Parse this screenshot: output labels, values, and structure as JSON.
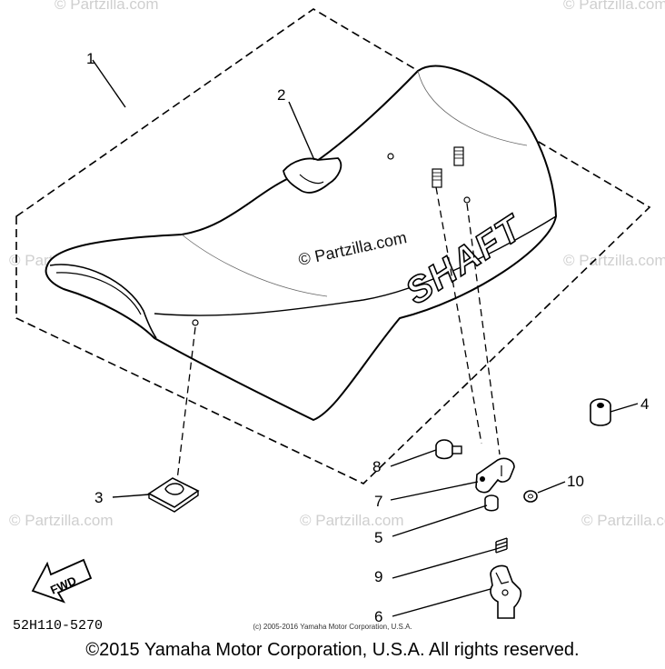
{
  "diagram": {
    "callouts": {
      "c1": "1",
      "c2": "2",
      "c3": "3",
      "c4": "4",
      "c5": "5",
      "c6": "6",
      "c7": "7",
      "c8": "8",
      "c9": "9",
      "c10": "10"
    },
    "seat_lettering": "SHAFT",
    "fwd_label": "FWD",
    "part_code": "52H110-5270",
    "watermark": "© Partzilla.com",
    "small_copyright": "(c) 2005-2016 Yamaha Motor Corporation, U.S.A.",
    "copyright": "©2015 Yamaha Motor Corporation, U.S.A. All rights reserved."
  }
}
